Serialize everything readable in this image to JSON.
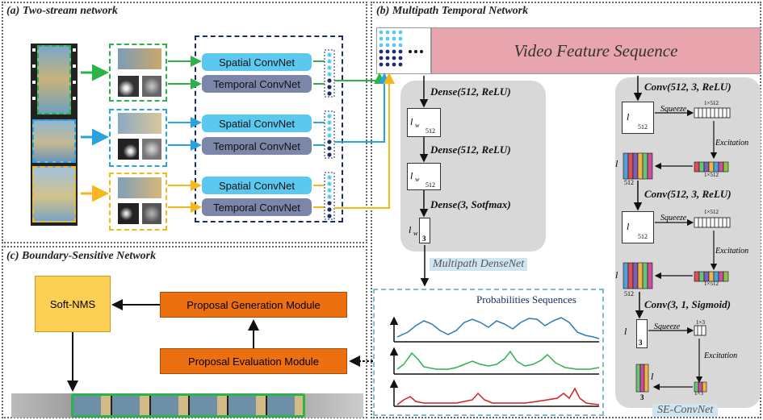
{
  "panel_a": {
    "title": "(a) Two-stream network",
    "spatial_label": "Spatial ConvNet",
    "temporal_label": "Temporal ConvNet",
    "stream_colors": [
      "#2db24a",
      "#29a3e0",
      "#f5b81c"
    ]
  },
  "panel_b": {
    "title": "(b) Multipath Temporal Network",
    "video_feature_label": "Video Feature Sequence",
    "dense1": "Dense(512, ReLU)",
    "dense2": "Dense(512, ReLU)",
    "dense3": "Dense(3, Sotfmax)",
    "conv1": "Conv(512, 3, ReLU)",
    "conv2": "Conv(512, 3, ReLU)",
    "conv3": "Conv(3, 1, Sigmoid)",
    "squeeze": "Squeeze",
    "excitation": "Excitation",
    "lw": "l",
    "lw_sub": "w",
    "dim_512": "512",
    "dim_3": "3",
    "vec_1x512": "1×512",
    "vec_1x3": "1×3",
    "multipath_label": "Multipath DenseNet",
    "seconvnet_label": "SE-ConvNet",
    "probabilities_label": "Probabilities Sequences",
    "prob_colors": [
      "#2a7ab8",
      "#2db24a",
      "#d42020"
    ]
  },
  "panel_c": {
    "title": "(c) Boundary-Sensitive Network",
    "softnms": "Soft-NMS",
    "pgm": "Proposal Generation Module",
    "pem": "Proposal Evaluation Module"
  }
}
